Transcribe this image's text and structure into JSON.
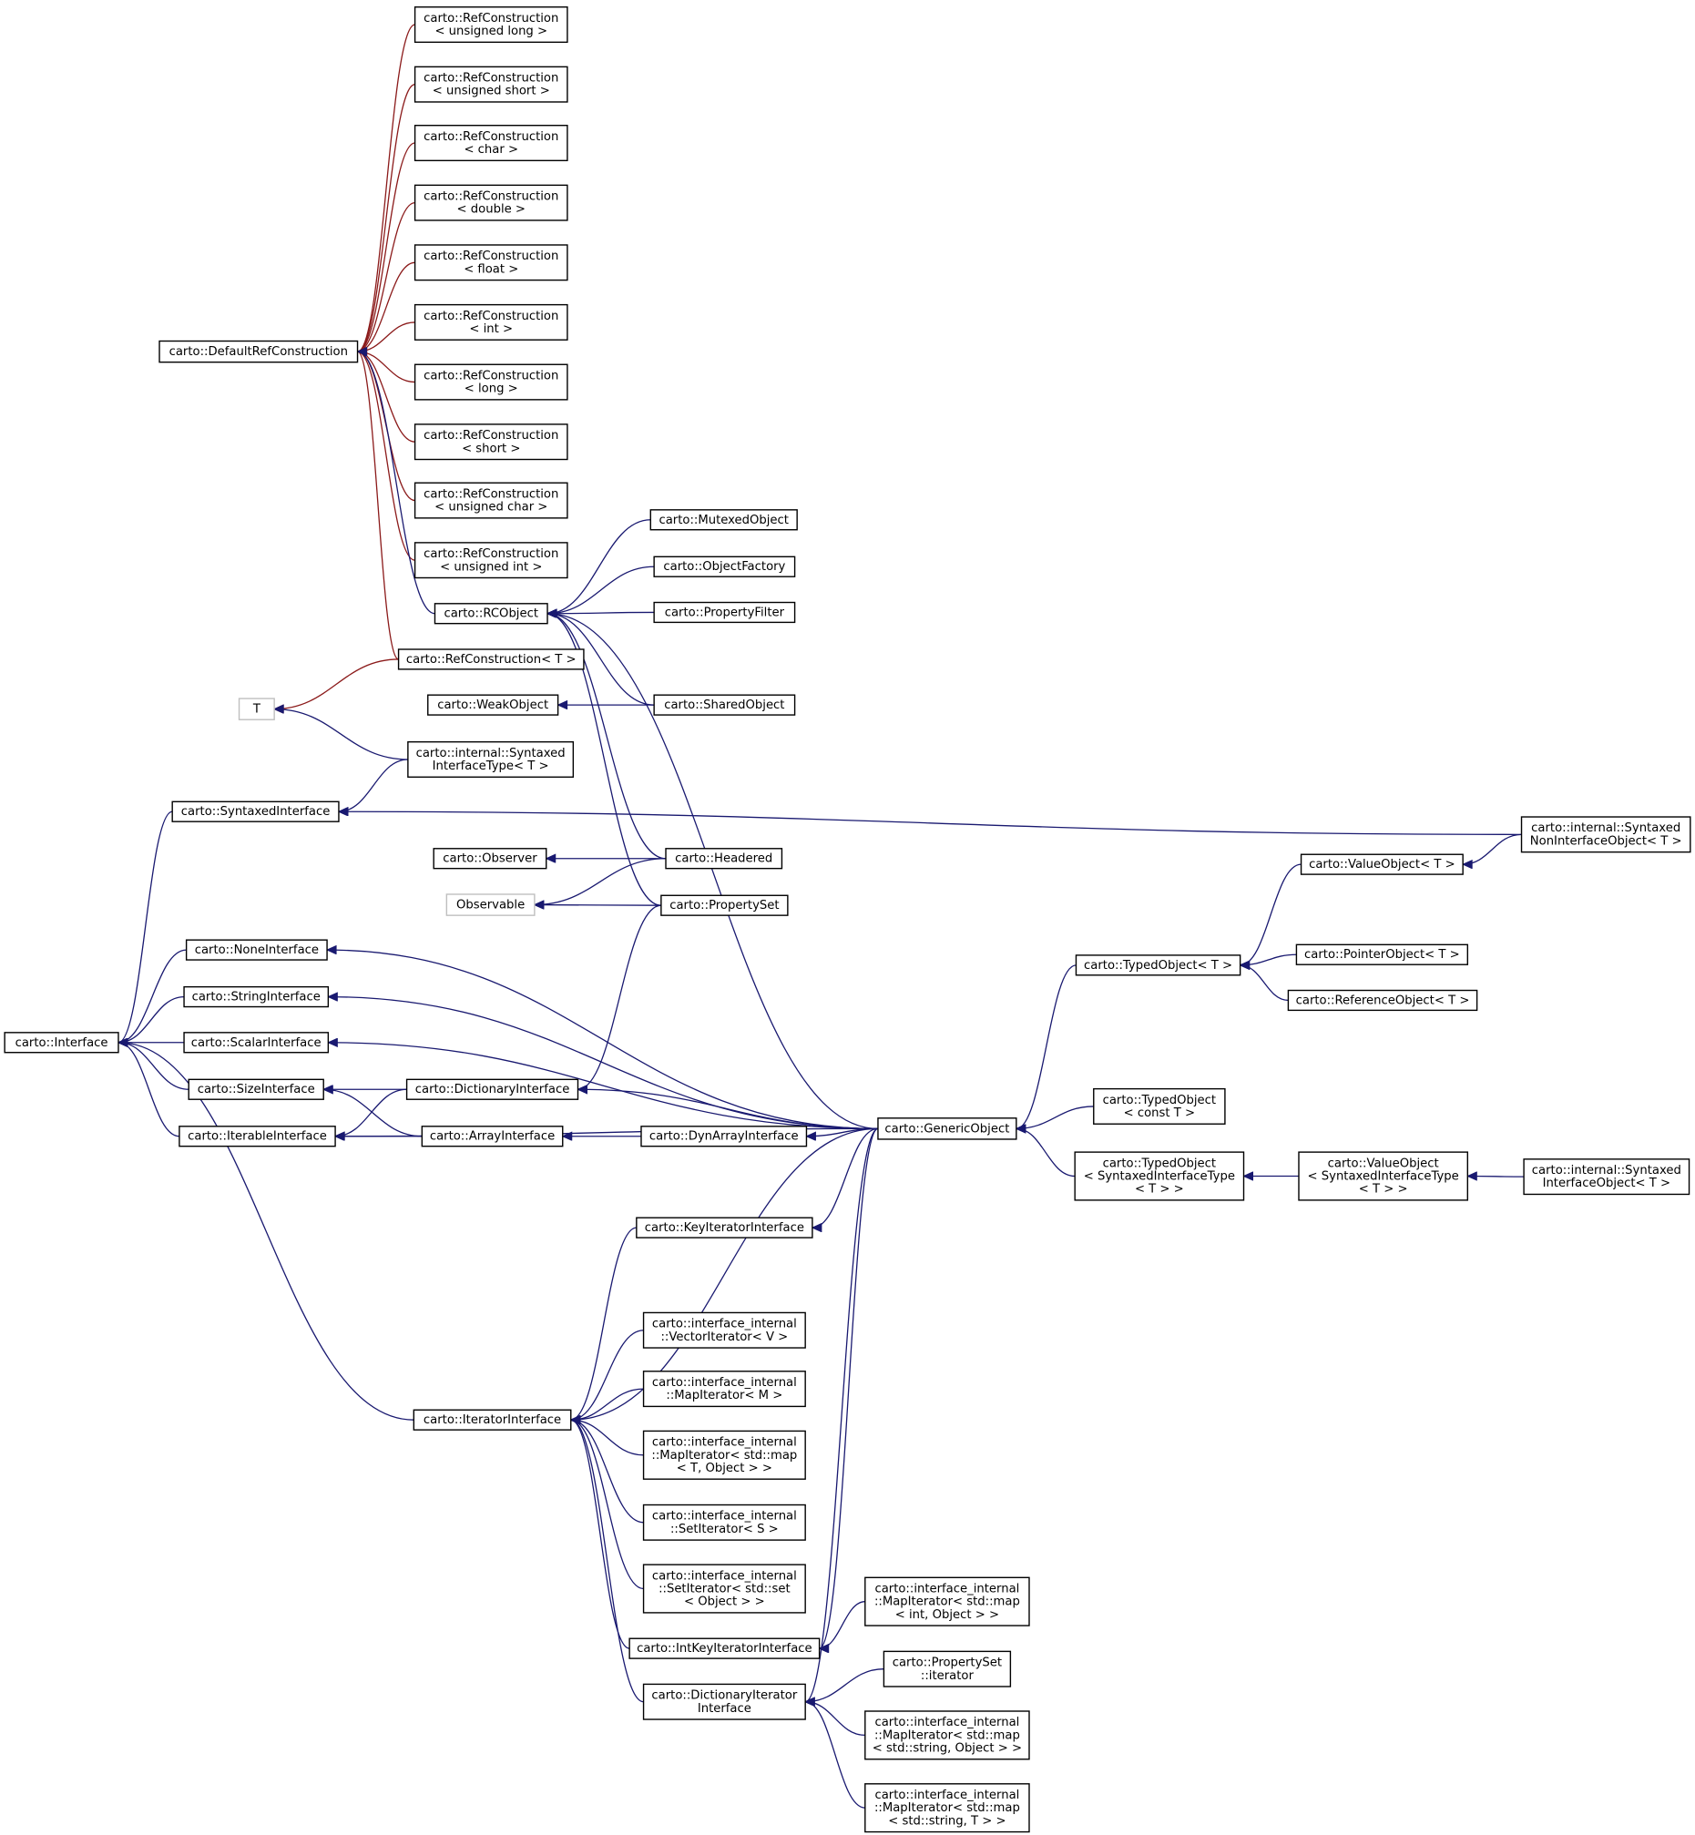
{
  "colors": {
    "inheritance_edge": "#191970",
    "template_edge": "#8b1a1a",
    "node_border": "#000000",
    "external_node_border": "#bfbfbf",
    "background": "#ffffff"
  },
  "nodes": {
    "rc_unsigned_long": [
      "carto::RefConstruction",
      "< unsigned long >"
    ],
    "rc_unsigned_short": [
      "carto::RefConstruction",
      "< unsigned short >"
    ],
    "rc_char": [
      "carto::RefConstruction",
      "< char >"
    ],
    "rc_double": [
      "carto::RefConstruction",
      "< double >"
    ],
    "rc_float": [
      "carto::RefConstruction",
      "< float >"
    ],
    "rc_int": [
      "carto::RefConstruction",
      "< int >"
    ],
    "rc_long": [
      "carto::RefConstruction",
      "< long >"
    ],
    "rc_short": [
      "carto::RefConstruction",
      "< short >"
    ],
    "rc_unsigned_char": [
      "carto::RefConstruction",
      "< unsigned char >"
    ],
    "rc_unsigned_int": [
      "carto::RefConstruction",
      "< unsigned int >"
    ],
    "default_ref_construction": [
      "carto::DefaultRefConstruction"
    ],
    "rcobject": [
      "carto::RCObject"
    ],
    "mutexed_object": [
      "carto::MutexedObject"
    ],
    "object_factory": [
      "carto::ObjectFactory"
    ],
    "property_filter": [
      "carto::PropertyFilter"
    ],
    "ref_construction_t": [
      "carto::RefConstruction< T >"
    ],
    "t": [
      "T"
    ],
    "weak_object": [
      "carto::WeakObject"
    ],
    "shared_object": [
      "carto::SharedObject"
    ],
    "syntaxed_interface_type": [
      "carto::internal::Syntaxed",
      "InterfaceType< T >"
    ],
    "syntaxed_interface": [
      "carto::SyntaxedInterface"
    ],
    "syntaxed_non_interface_object": [
      "carto::internal::Syntaxed",
      "NonInterfaceObject< T >"
    ],
    "observer": [
      "carto::Observer"
    ],
    "headered": [
      "carto::Headered"
    ],
    "value_object_t": [
      "carto::ValueObject< T >"
    ],
    "observable": [
      "Observable"
    ],
    "property_set": [
      "carto::PropertySet"
    ],
    "none_interface": [
      "carto::NoneInterface"
    ],
    "typed_object_t": [
      "carto::TypedObject< T >"
    ],
    "pointer_object_t": [
      "carto::PointerObject< T >"
    ],
    "string_interface": [
      "carto::StringInterface"
    ],
    "reference_object_t": [
      "carto::ReferenceObject< T >"
    ],
    "interface": [
      "carto::Interface"
    ],
    "scalar_interface": [
      "carto::ScalarInterface"
    ],
    "size_interface": [
      "carto::SizeInterface"
    ],
    "dictionary_interface": [
      "carto::DictionaryInterface"
    ],
    "typed_object_const_t": [
      "carto::TypedObject",
      "< const T >"
    ],
    "iterable_interface": [
      "carto::IterableInterface"
    ],
    "array_interface": [
      "carto::ArrayInterface"
    ],
    "dyn_array_interface": [
      "carto::DynArrayInterface"
    ],
    "generic_object": [
      "carto::GenericObject"
    ],
    "typed_object_sit": [
      "carto::TypedObject",
      "< SyntaxedInterfaceType",
      "< T > >"
    ],
    "value_object_sit": [
      "carto::ValueObject",
      "< SyntaxedInterfaceType",
      "< T > >"
    ],
    "syntaxed_interface_object": [
      "carto::internal::Syntaxed",
      "InterfaceObject< T >"
    ],
    "key_iterator_interface": [
      "carto::KeyIteratorInterface"
    ],
    "vector_iterator": [
      "carto::interface_internal",
      "::VectorIterator< V >"
    ],
    "map_iterator_m": [
      "carto::interface_internal",
      "::MapIterator< M >"
    ],
    "iterator_interface": [
      "carto::IteratorInterface"
    ],
    "map_iterator_t_object": [
      "carto::interface_internal",
      "::MapIterator< std::map",
      "< T, Object > >"
    ],
    "set_iterator_s": [
      "carto::interface_internal",
      "::SetIterator< S >"
    ],
    "set_iterator_object": [
      "carto::interface_internal",
      "::SetIterator< std::set",
      "< Object > >"
    ],
    "map_iterator_int_object": [
      "carto::interface_internal",
      "::MapIterator< std::map",
      "< int, Object > >"
    ],
    "int_key_iterator_interface": [
      "carto::IntKeyIteratorInterface"
    ],
    "property_set_iterator": [
      "carto::PropertySet",
      "::iterator"
    ],
    "dictionary_iterator_interface": [
      "carto::DictionaryIterator",
      "Interface"
    ],
    "map_iterator_string_object": [
      "carto::interface_internal",
      "::MapIterator< std::map",
      "< std::string, Object > >"
    ],
    "map_iterator_string_t": [
      "carto::interface_internal",
      "::MapIterator< std::map",
      "< std::string, T > >"
    ]
  },
  "edges": [
    [
      "default_ref_construction",
      "rc_unsigned_long",
      "template"
    ],
    [
      "default_ref_construction",
      "rc_unsigned_short",
      "template"
    ],
    [
      "default_ref_construction",
      "rc_char",
      "template"
    ],
    [
      "default_ref_construction",
      "rc_double",
      "template"
    ],
    [
      "default_ref_construction",
      "rc_float",
      "template"
    ],
    [
      "default_ref_construction",
      "rc_int",
      "template"
    ],
    [
      "default_ref_construction",
      "rc_long",
      "template"
    ],
    [
      "default_ref_construction",
      "rc_short",
      "template"
    ],
    [
      "default_ref_construction",
      "rc_unsigned_char",
      "template"
    ],
    [
      "default_ref_construction",
      "rc_unsigned_int",
      "template"
    ],
    [
      "default_ref_construction",
      "ref_construction_t",
      "template"
    ],
    [
      "default_ref_construction",
      "rcobject",
      "inherit"
    ],
    [
      "t",
      "ref_construction_t",
      "template"
    ],
    [
      "t",
      "syntaxed_interface_type",
      "inherit"
    ],
    [
      "rcobject",
      "mutexed_object",
      "inherit"
    ],
    [
      "rcobject",
      "object_factory",
      "inherit"
    ],
    [
      "rcobject",
      "property_filter",
      "inherit"
    ],
    [
      "rcobject",
      "shared_object",
      "inherit"
    ],
    [
      "rcobject",
      "headered",
      "inherit"
    ],
    [
      "rcobject",
      "property_set",
      "inherit"
    ],
    [
      "rcobject",
      "generic_object",
      "inherit"
    ],
    [
      "weak_object",
      "shared_object",
      "inherit"
    ],
    [
      "syntaxed_interface",
      "syntaxed_interface_type",
      "inherit"
    ],
    [
      "syntaxed_interface",
      "syntaxed_non_interface_object",
      "inherit"
    ],
    [
      "value_object_t",
      "syntaxed_non_interface_object",
      "inherit"
    ],
    [
      "observer",
      "headered",
      "inherit"
    ],
    [
      "observable",
      "headered",
      "inherit"
    ],
    [
      "observable",
      "property_set",
      "inherit"
    ],
    [
      "interface",
      "syntaxed_interface",
      "inherit"
    ],
    [
      "interface",
      "none_interface",
      "inherit"
    ],
    [
      "interface",
      "string_interface",
      "inherit"
    ],
    [
      "interface",
      "scalar_interface",
      "inherit"
    ],
    [
      "interface",
      "size_interface",
      "inherit"
    ],
    [
      "interface",
      "iterable_interface",
      "inherit"
    ],
    [
      "interface",
      "iterator_interface",
      "inherit"
    ],
    [
      "none_interface",
      "generic_object",
      "inherit"
    ],
    [
      "string_interface",
      "generic_object",
      "inherit"
    ],
    [
      "scalar_interface",
      "generic_object",
      "inherit"
    ],
    [
      "size_interface",
      "dictionary_interface",
      "inherit"
    ],
    [
      "size_interface",
      "array_interface",
      "inherit"
    ],
    [
      "iterable_interface",
      "dictionary_interface",
      "inherit"
    ],
    [
      "iterable_interface",
      "array_interface",
      "inherit"
    ],
    [
      "iterable_interface",
      "generic_object",
      "inherit"
    ],
    [
      "dictionary_interface",
      "property_set",
      "inherit"
    ],
    [
      "dictionary_interface",
      "generic_object",
      "inherit"
    ],
    [
      "array_interface",
      "dyn_array_interface",
      "inherit"
    ],
    [
      "dyn_array_interface",
      "generic_object",
      "inherit"
    ],
    [
      "typed_object_t",
      "value_object_t",
      "inherit"
    ],
    [
      "typed_object_t",
      "pointer_object_t",
      "inherit"
    ],
    [
      "typed_object_t",
      "reference_object_t",
      "inherit"
    ],
    [
      "generic_object",
      "typed_object_t",
      "inherit"
    ],
    [
      "generic_object",
      "typed_object_const_t",
      "inherit"
    ],
    [
      "generic_object",
      "typed_object_sit",
      "inherit"
    ],
    [
      "typed_object_sit",
      "value_object_sit",
      "inherit"
    ],
    [
      "value_object_sit",
      "syntaxed_interface_object",
      "inherit"
    ],
    [
      "key_iterator_interface",
      "generic_object",
      "inherit"
    ],
    [
      "iterator_interface",
      "key_iterator_interface",
      "inherit"
    ],
    [
      "iterator_interface",
      "generic_object",
      "inherit"
    ],
    [
      "iterator_interface",
      "vector_iterator",
      "inherit"
    ],
    [
      "iterator_interface",
      "map_iterator_m",
      "inherit"
    ],
    [
      "iterator_interface",
      "map_iterator_t_object",
      "inherit"
    ],
    [
      "iterator_interface",
      "set_iterator_s",
      "inherit"
    ],
    [
      "iterator_interface",
      "set_iterator_object",
      "inherit"
    ],
    [
      "iterator_interface",
      "int_key_iterator_interface",
      "inherit"
    ],
    [
      "iterator_interface",
      "dictionary_iterator_interface",
      "inherit"
    ],
    [
      "int_key_iterator_interface",
      "generic_object",
      "inherit"
    ],
    [
      "int_key_iterator_interface",
      "map_iterator_int_object",
      "inherit"
    ],
    [
      "dictionary_iterator_interface",
      "generic_object",
      "inherit"
    ],
    [
      "dictionary_iterator_interface",
      "property_set_iterator",
      "inherit"
    ],
    [
      "dictionary_iterator_interface",
      "map_iterator_string_object",
      "inherit"
    ],
    [
      "dictionary_iterator_interface",
      "map_iterator_string_t",
      "inherit"
    ]
  ]
}
